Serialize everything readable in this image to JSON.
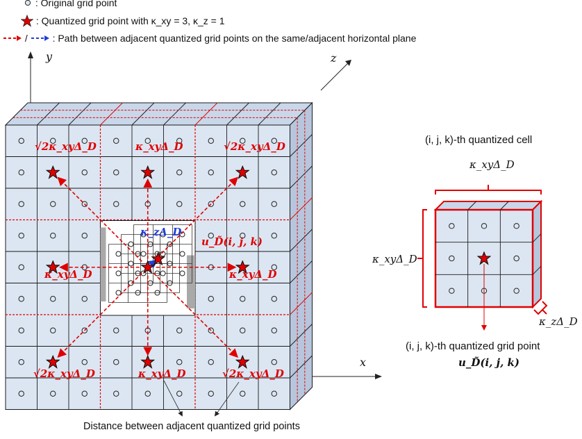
{
  "legend": {
    "original_point": ": Original grid point",
    "quantized_point": ": Quantized grid point with κ_xy = 3, κ_z = 1",
    "path": ": Path between adjacent quantized grid points on the same/adjacent horizontal plane",
    "path_sep": "/"
  },
  "axes": {
    "y": "y",
    "z": "z",
    "x": "x"
  },
  "labels": {
    "diag_tl": "√2κ_xyΔ_D",
    "vert_top": "κ_xyΔ_D",
    "diag_tr": "√2κ_xyΔ_D",
    "z_step": "κ_zΔ_D",
    "u_point": "u_D̃(i, j, k)",
    "horiz_left": "κ_xyΔ_D",
    "horiz_right": "κ_xyΔ_D",
    "diag_bl": "√2κ_xyΔ_D",
    "vert_bottom": "κ_xyΔ_D",
    "diag_br": "√2κ_xyΔ_D"
  },
  "caption_bottom": "Distance between adjacent quantized grid points",
  "right_panel": {
    "cell_title": "(i, j, k)-th quantized cell",
    "width_label": "κ_xyΔ_D",
    "height_label": "κ_xyΔ_D",
    "depth_label": "κ_zΔ_D",
    "point_title": "(i, j, k)-th quantized grid point",
    "point_symbol": "u_D̃(i, j, k)"
  },
  "colors": {
    "cube_fill": "#dce6f2",
    "cube_top": "#c9d7ea",
    "cube_side": "#b7c6dc",
    "grid_line": "#1a1a1a",
    "red": "#e00000",
    "blue": "#1f3fd6"
  }
}
